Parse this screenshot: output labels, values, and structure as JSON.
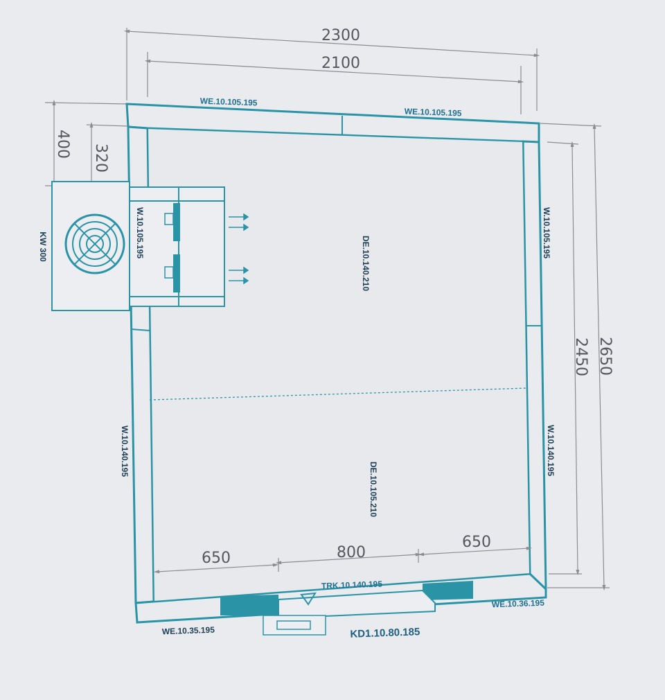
{
  "dimensions": {
    "outer_width": "2300",
    "inner_width": "2100",
    "outer_depth": "2650",
    "inner_depth": "2450",
    "unit_offset_outer": "400",
    "unit_offset_inner": "320",
    "door_left": "650",
    "door_width": "800",
    "door_right": "650"
  },
  "panels": {
    "top_left": "WE.10.105.195",
    "top_right": "WE.10.105.195",
    "left_upper": "W.10.105.195",
    "left_lower": "W.10.140.195",
    "right_upper": "W.10.105.195",
    "right_lower": "W.10.140.195",
    "bottom_left": "WE.10.35.195",
    "bottom_right": "WE.10.36.195",
    "front_track": "TRK.10.140.195",
    "door": "KD1.10.80.185"
  },
  "ceiling": {
    "upper": "DE.10.140.210",
    "lower": "DE.10.105.210"
  },
  "unit": {
    "label": "KW 300"
  },
  "colors": {
    "line": "#2a93a6",
    "paper": "#e6e7ec",
    "dim": "#8a8c90",
    "panel_fill": "#2a93a6"
  }
}
